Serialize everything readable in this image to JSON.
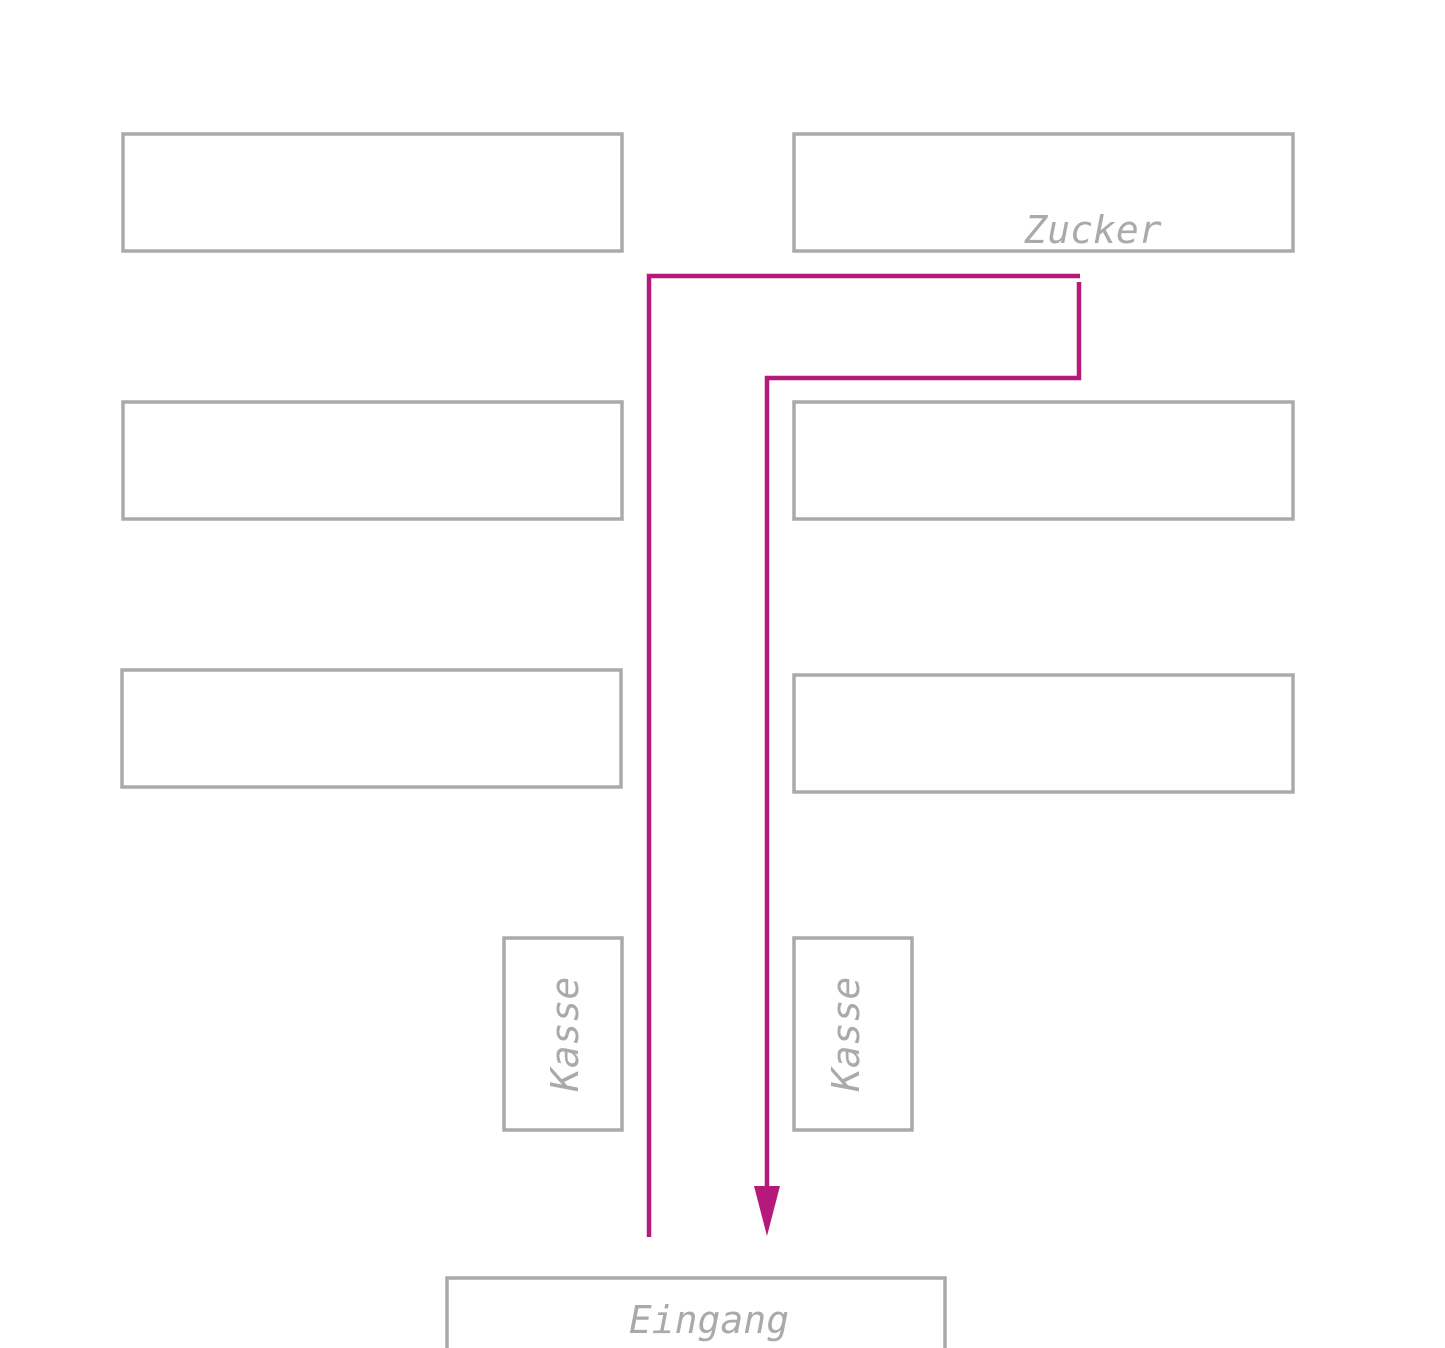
{
  "labels": {
    "product": "Zucker",
    "checkout_left": "Kasse",
    "checkout_right": "Kasse",
    "entrance": "Eingang"
  },
  "colors": {
    "shelf_outline": "#aaaaaa",
    "route": "#b5197a",
    "background": "#ffffff"
  }
}
